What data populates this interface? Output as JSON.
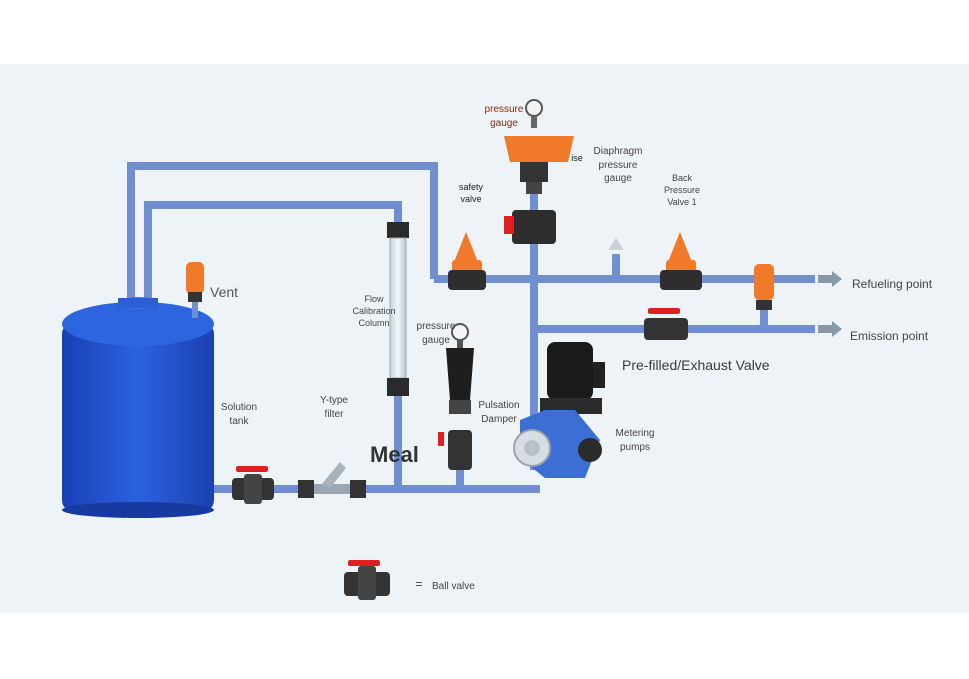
{
  "labels": {
    "pressure_gauge_top": "pressure gauge",
    "diaphragm_gauge": "Diaphragm pressure gauge",
    "diaphragm_prefix": "ise",
    "safety_valve": "safety valve",
    "back_pressure_valve": "Back Pressure Valve 1",
    "refueling_point": "Refueling point",
    "emission_point": "Emission point",
    "vent": "Vent",
    "flow_column": "Flow Calibration Column",
    "pressure_gauge_mid": "pressure gauge",
    "prefilled_valve": "Pre-filled/Exhaust Valve",
    "solution_tank": "Solution tank",
    "y_filter": "Y-type filter",
    "pulsation_damper": "Pulsation Damper",
    "meal": "Meal",
    "metering_pumps": "Metering pumps",
    "legend_equals": "=",
    "legend_ball_valve": "Ball valve"
  },
  "colors": {
    "pipe": "#6f8fd0",
    "tank": "#1f4fd0",
    "valve_orange": "#f07a2a",
    "ball_handle": "#e02020",
    "pump_blue": "#3b6fd4"
  }
}
